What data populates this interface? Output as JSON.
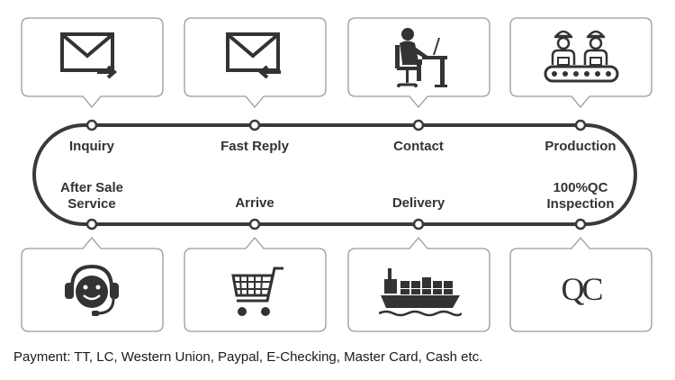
{
  "steps": {
    "inquiry": "Inquiry",
    "fast_reply": "Fast Reply",
    "contact": "Contact",
    "production": "Production",
    "after_sale": "After Sale\nService",
    "arrive": "Arrive",
    "delivery": "Delivery",
    "qc_inspection": "100%QC\nInspection"
  },
  "icons": {
    "inquiry": "mail-send-icon",
    "fast_reply": "mail-reply-icon",
    "contact": "office-worker-icon",
    "production": "factory-workers-icon",
    "after_sale": "customer-support-icon",
    "arrive": "shopping-cart-icon",
    "delivery": "cargo-ship-icon",
    "qc_inspection": "qc-logo-icon"
  },
  "qc_logo_text": "QC",
  "payment": "Payment: TT, LC, Western Union, Paypal, E-Checking, Master Card, Cash etc.",
  "colors": {
    "line": "#3a3a3a",
    "icon": "#333333",
    "bubble_border": "#9a9a9a"
  }
}
